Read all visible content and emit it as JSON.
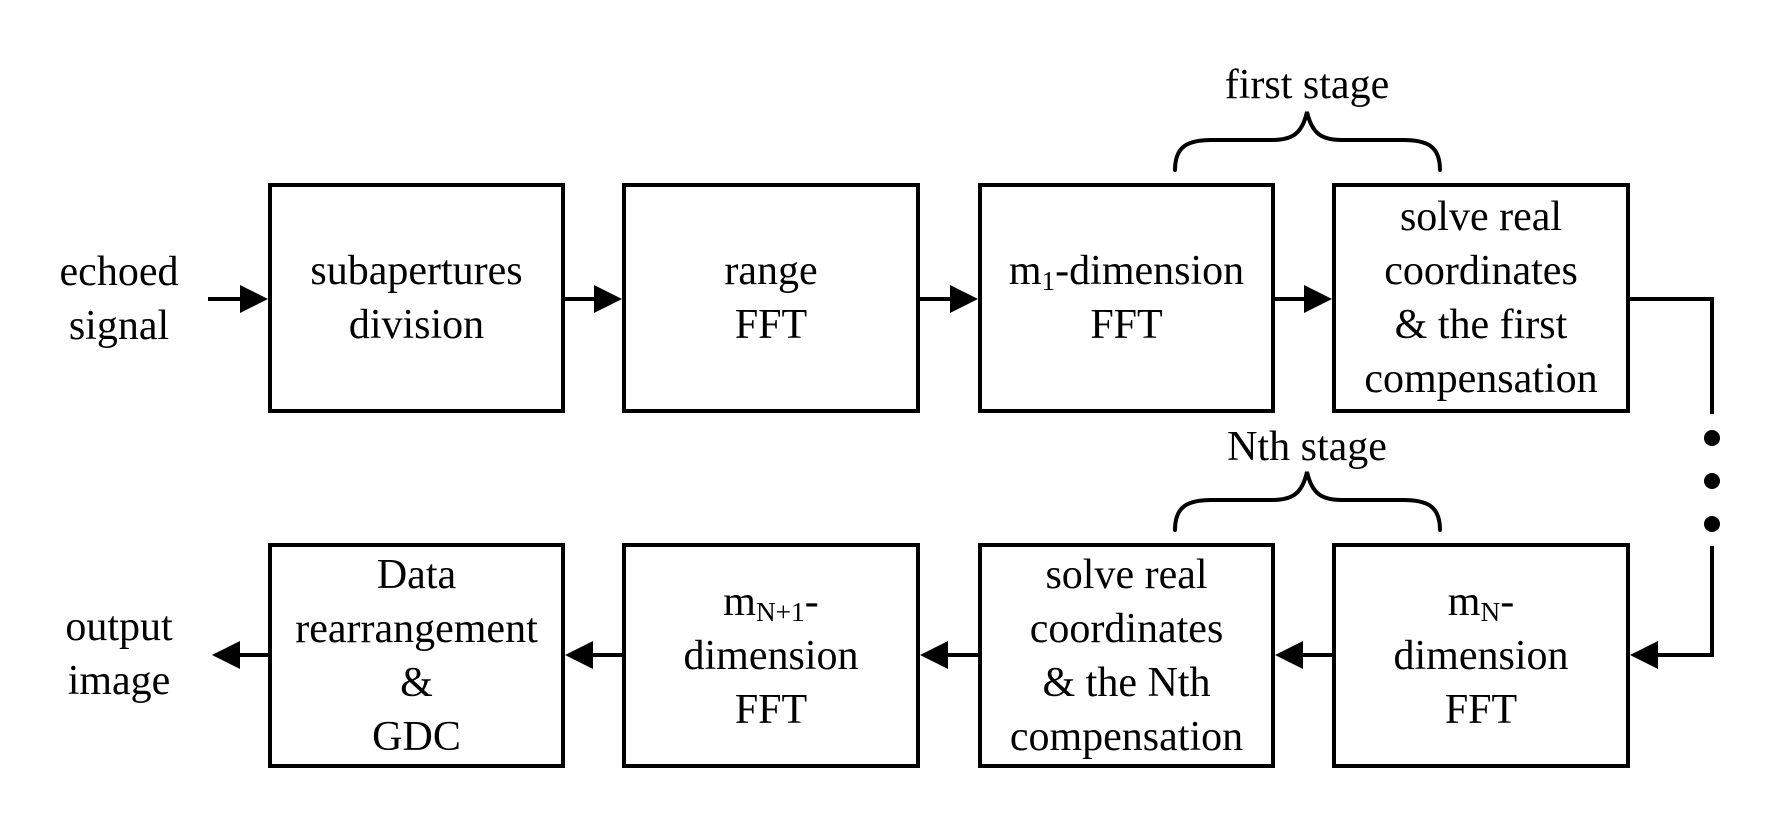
{
  "diagram": {
    "title": "multi-stage FFT imaging flow diagram",
    "colors": {
      "ink": "#000000",
      "background": "#ffffff"
    },
    "input_label": {
      "line1": "echoed",
      "line2": "signal"
    },
    "output_label": {
      "line1": "output",
      "line2": "image"
    },
    "stage_labels": {
      "first": "first stage",
      "nth": "Nth stage"
    },
    "boxes": [
      {
        "key": "subapertures-division",
        "lines": [
          [
            {
              "text": "subapertures"
            }
          ],
          [
            {
              "text": "division"
            }
          ]
        ]
      },
      {
        "key": "range-fft",
        "lines": [
          [
            {
              "text": "range"
            }
          ],
          [
            {
              "text": "FFT"
            }
          ]
        ]
      },
      {
        "key": "m1-dimension-fft",
        "lines": [
          [
            {
              "text": "m"
            },
            {
              "subscript": "1"
            },
            {
              "text": "-dimension"
            }
          ],
          [
            {
              "text": "FFT"
            }
          ]
        ]
      },
      {
        "key": "solve-real-coordinates-first-compensation",
        "lines": [
          [
            {
              "text": "solve real"
            }
          ],
          [
            {
              "text": "coordinates"
            }
          ],
          [
            {
              "text": "& the first"
            }
          ],
          [
            {
              "text": "compensation"
            }
          ]
        ]
      },
      {
        "key": "data-rearrangement-gdc",
        "lines": [
          [
            {
              "text": "Data"
            }
          ],
          [
            {
              "text": "rearrangement"
            }
          ],
          [
            {
              "text": "&"
            }
          ],
          [
            {
              "text": "GDC"
            }
          ]
        ]
      },
      {
        "key": "mn-plus-1-dimension-fft",
        "lines": [
          [
            {
              "text": "m"
            },
            {
              "subscript": "N+1"
            },
            {
              "text": "-"
            }
          ],
          [
            {
              "text": "dimension"
            }
          ],
          [
            {
              "text": "FFT"
            }
          ]
        ]
      },
      {
        "key": "solve-real-coordinates-nth-compensation",
        "lines": [
          [
            {
              "text": "solve real"
            }
          ],
          [
            {
              "text": "coordinates"
            }
          ],
          [
            {
              "text": "& the Nth"
            }
          ],
          [
            {
              "text": "compensation"
            }
          ]
        ]
      },
      {
        "key": "mn-dimension-fft",
        "lines": [
          [
            {
              "text": "m"
            },
            {
              "subscript": "N"
            },
            {
              "text": "-"
            }
          ],
          [
            {
              "text": "dimension"
            }
          ],
          [
            {
              "text": "FFT"
            }
          ]
        ]
      }
    ]
  }
}
